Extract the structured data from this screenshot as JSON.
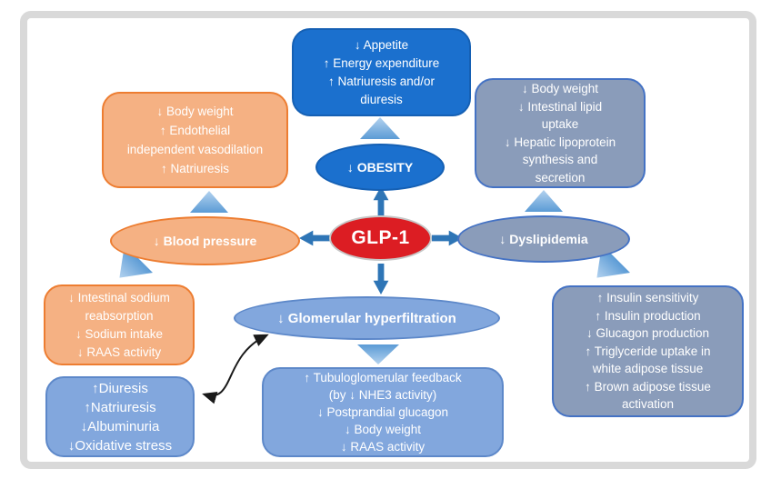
{
  "colors": {
    "dark_blue_fill": "#1B70CE",
    "dark_blue_border": "#1560B4",
    "red_fill": "#DC1D23",
    "red_border": "#C6C6C6",
    "orange_fill": "#F5B183",
    "orange_border": "#ED7D31",
    "gray_blue_fill": "#8A9CBA",
    "gray_blue_border": "#4472C4",
    "cornflower_fill": "#82A7DD",
    "cornflower_border": "#5D88C9",
    "block_arrow_blue": "#2E75B6",
    "triangle_gradient_light": "#B3D2EF",
    "triangle_gradient_dark": "#5B9BD5",
    "frame_border": "#D9D9D9",
    "curved_arrow": "#1A1A1A",
    "text": "#FFFFFF"
  },
  "nodes": {
    "glp1": {
      "label": "GLP-1"
    },
    "obesity": {
      "label": "↓ OBESITY"
    },
    "blood_pressure": {
      "label": "↓ Blood pressure"
    },
    "dyslipidemia": {
      "label": "↓ Dyslipidemia"
    },
    "glomerular": {
      "label": "↓ Glomerular hyperfiltration"
    },
    "appetite_box": {
      "lines": [
        "↓ Appetite",
        "↑ Energy expenditure",
        "↑ Natriuresis and/or",
        "diuresis"
      ]
    },
    "bp_mech_box": {
      "lines": [
        "↓ Body weight",
        "↑ Endothelial",
        "independent vasodilation",
        "↑ Natriuresis"
      ]
    },
    "lipid_box": {
      "lines": [
        "↓ Body weight",
        "↓ Intestinal lipid",
        "uptake",
        "↓ Hepatic lipoprotein",
        "synthesis and",
        "secretion"
      ]
    },
    "sodium_box": {
      "lines": [
        "↓ Intestinal sodium",
        "reabsorption",
        "↓ Sodium intake",
        "↓ RAAS activity"
      ]
    },
    "renal_box": {
      "lines": [
        "↑Diuresis",
        "↑Natriuresis",
        "↓Albuminuria",
        "↓Oxidative stress"
      ]
    },
    "tubular_box": {
      "lines": [
        "↑ Tubuloglomerular feedback",
        "(by ↓ NHE3 activity)",
        "↓ Postprandial glucagon",
        "↓ Body weight",
        "↓ RAAS activity"
      ]
    },
    "insulin_box": {
      "lines": [
        "↑ Insulin sensitivity",
        "↑ Insulin production",
        "↓ Glucagon production",
        "↑ Triglyceride uptake in",
        "white adipose tissue",
        "↑ Brown adipose tissue",
        "activation"
      ]
    }
  }
}
